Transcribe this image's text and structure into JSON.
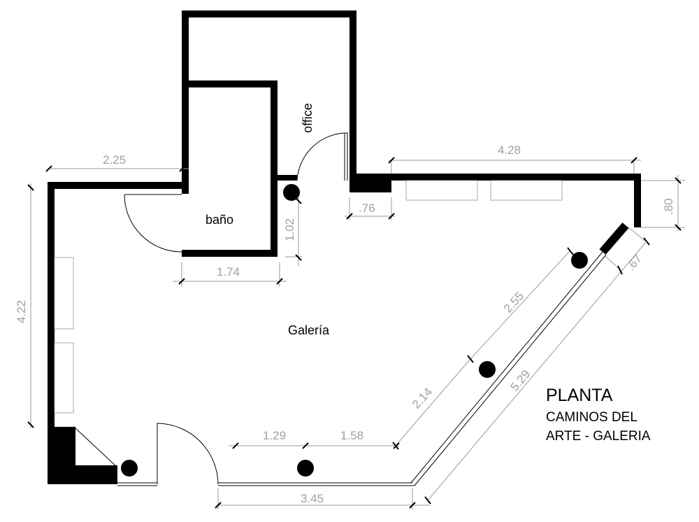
{
  "rooms": {
    "office": "office",
    "bano": "baño",
    "galeria": "Galería"
  },
  "title": {
    "main": "PLANTA",
    "line1": "CAMINOS DEL",
    "line2": "ARTE - GALERIA"
  },
  "dimensions": {
    "top_left": "2.25",
    "top_right": "4.28",
    "right_short": ".80",
    "office_door": ".76",
    "bano_side": "1.02",
    "bano_bottom": "1.74",
    "left_wall": "4.22",
    "diag_upper": "2.55",
    "diag_lower": "2.14",
    "diag_outer": "5.29",
    "diag_door": ".67",
    "bottom_a": "1.29",
    "bottom_b": "1.58",
    "bottom_total": "3.45"
  }
}
